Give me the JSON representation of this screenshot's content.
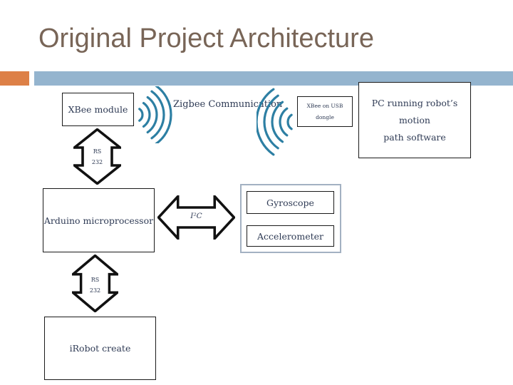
{
  "slide": {
    "title": "Original Project Architecture"
  },
  "colors": {
    "title_text": "#786557",
    "accent_orange": "#DD8047",
    "accent_blue": "#94B4CE",
    "signal_teal": "#2D7FA3",
    "diagram_text": "#2F3B55",
    "sensor_group_border": "#A3B1C2"
  },
  "diagram": {
    "xbee_module": {
      "label": "XBee module"
    },
    "zigbee_label": "Zigbee Communication",
    "usb_dongle": {
      "line1": "XBee on USB",
      "line2": "dongle"
    },
    "pc_box": {
      "line1": "PC running robot’s motion",
      "line2": "path software"
    },
    "rs232_top": {
      "line1": "RS",
      "line2": "232"
    },
    "arduino": {
      "label": "Arduino microprocessor"
    },
    "i2c_label": "I²C",
    "sensors": {
      "gyroscope": "Gyroscope",
      "accelerometer": "Accelerometer"
    },
    "rs232_bottom": {
      "line1": "RS",
      "line2": "232"
    },
    "irobot": {
      "label": "iRobot create"
    }
  }
}
